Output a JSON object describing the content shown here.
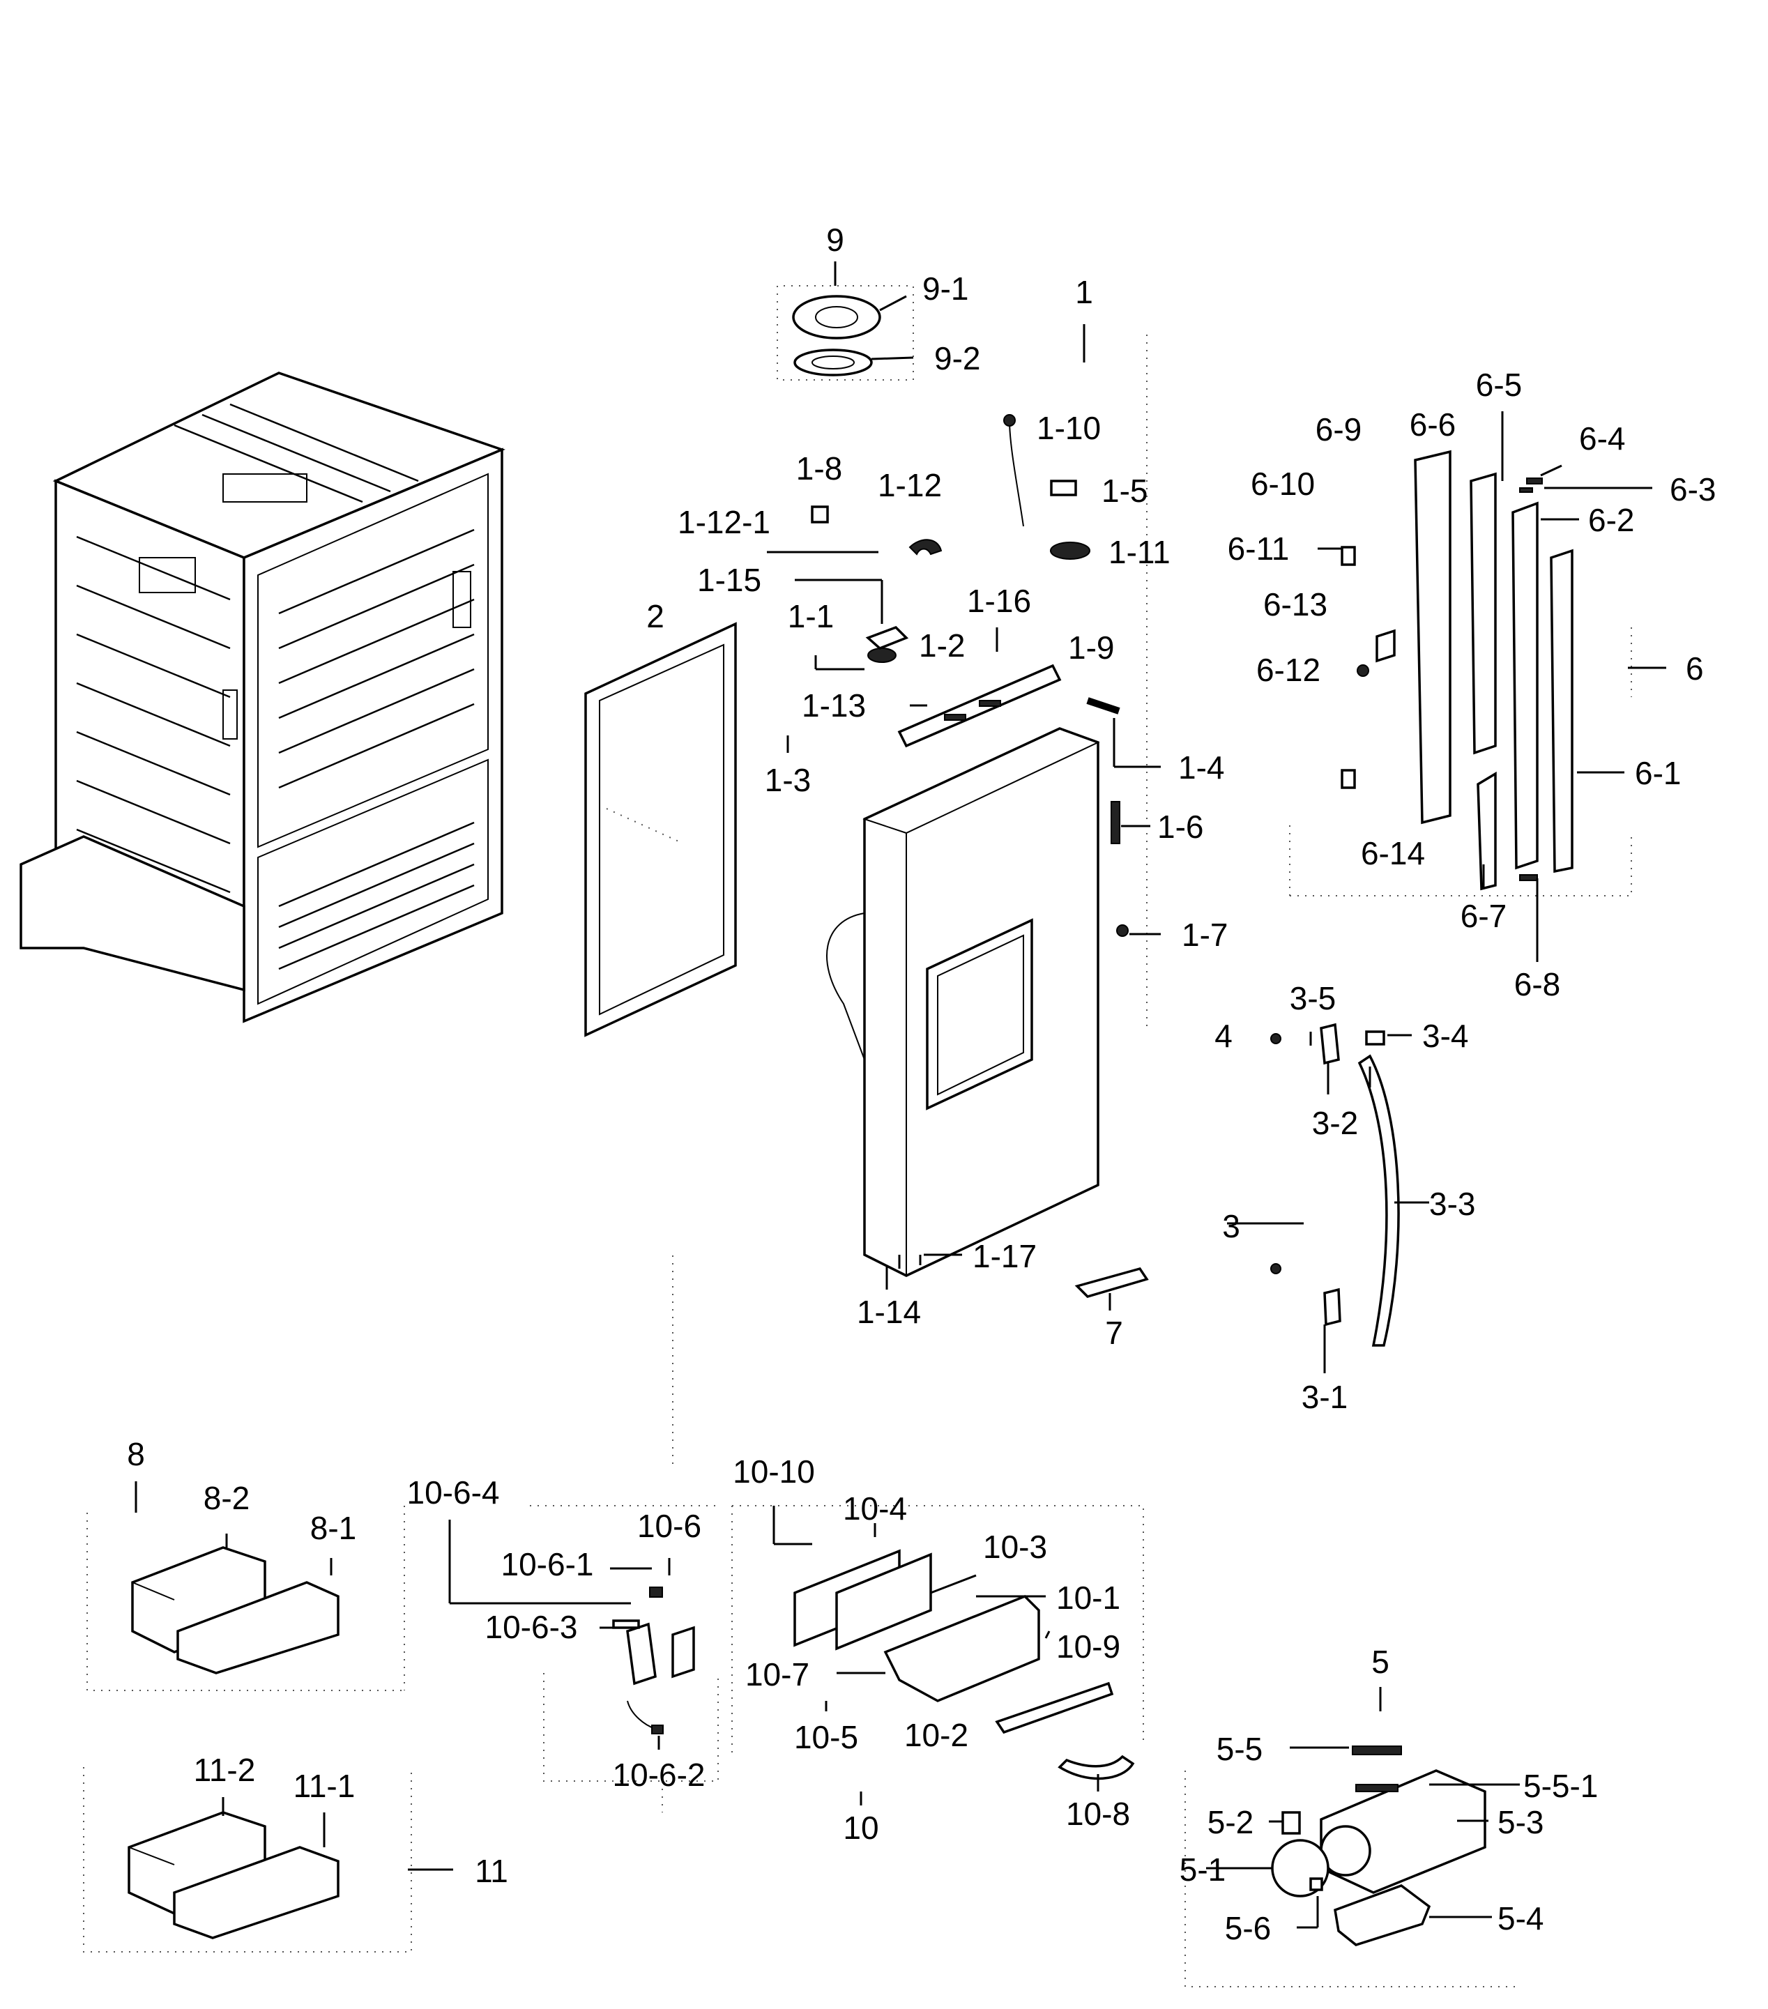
{
  "diagram": {
    "labels": [
      "9",
      "9-1",
      "9-2",
      "1",
      "1-10",
      "1-5",
      "1-11",
      "1-8",
      "1-12",
      "1-12-1",
      "1-15",
      "1-16",
      "2",
      "1-1",
      "1-2",
      "1-9",
      "1-13",
      "1-3",
      "1-4",
      "1-6",
      "1-7",
      "6-5",
      "6-9",
      "6-6",
      "6-4",
      "6-10",
      "6-3",
      "6-2",
      "6-11",
      "6-13",
      "6-12",
      "6",
      "6-1",
      "6-14",
      "6-7",
      "6-8",
      "3-5",
      "4",
      "3-4",
      "3-2",
      "3-3",
      "3",
      "3-1",
      "1-17",
      "1-14",
      "7",
      "8",
      "8-2",
      "8-1",
      "10-6-4",
      "10-10",
      "10-6",
      "10-4",
      "10-6-1",
      "10-3",
      "10-1",
      "10-6-3",
      "10-9",
      "10-7",
      "10-5",
      "10-2",
      "10-6-2",
      "10",
      "10-8",
      "5",
      "5-5",
      "5-5-1",
      "5-2",
      "5-3",
      "5-1",
      "5-6",
      "5-4",
      "11-2",
      "11-1",
      "11"
    ]
  }
}
